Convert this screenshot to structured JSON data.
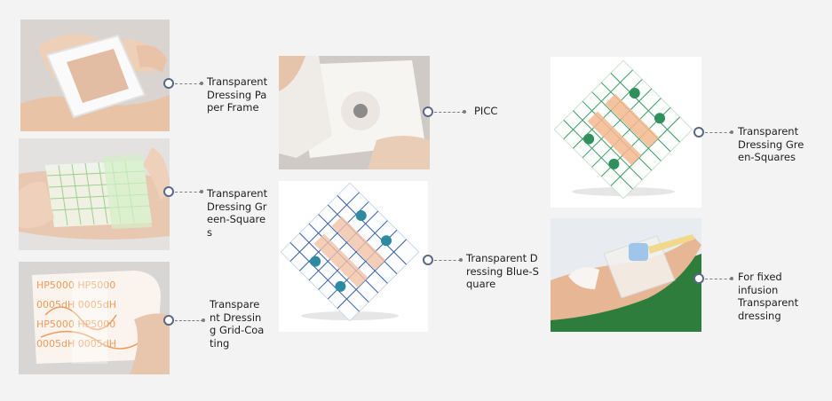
{
  "items": [
    {
      "label": "Transparent Dressing Paper Frame"
    },
    {
      "label": "Transparent Dressing Green-Squares"
    },
    {
      "label": "Transparent Dressing Grid-Coating"
    },
    {
      "label": "PICC"
    },
    {
      "label": "Transparent Dressing Blue-Square"
    },
    {
      "label": "Transparent Dressing Green-Squares"
    },
    {
      "label": "For fixed infusion Transparent dressing"
    }
  ]
}
